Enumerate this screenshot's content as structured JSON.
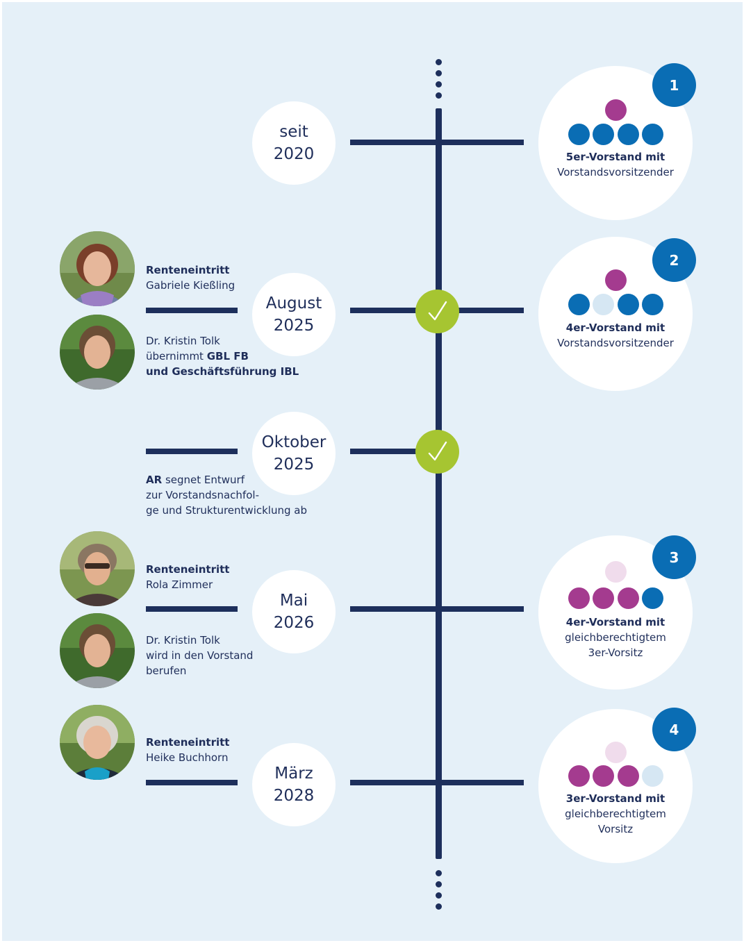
{
  "colors": {
    "background": "#e5f0f8",
    "line": "#1d2f5c",
    "blue": "#0a6db4",
    "light_blue": "#d6e7f3",
    "magenta": "#a43b8f",
    "light_magenta": "#f0dcec",
    "check_green": "#a6c531"
  },
  "milestones": [
    {
      "date_line1": "seit",
      "date_line2": "2020"
    },
    {
      "date_line1": "August",
      "date_line2": "2025",
      "completed": true,
      "check_icon": "checkmark-icon"
    },
    {
      "date_line1": "Oktober",
      "date_line2": "2025",
      "completed": true,
      "check_icon": "checkmark-icon"
    },
    {
      "date_line1": "Mai",
      "date_line2": "2026"
    },
    {
      "date_line1": "März",
      "date_line2": "2028"
    }
  ],
  "boards": [
    {
      "number": "1",
      "line1": "5er-Vorstand mit",
      "line2": "Vorstandsvorsitzender",
      "line3": "",
      "dots_top": "magenta",
      "dots_bottom": [
        "blue",
        "blue",
        "blue",
        "blue"
      ]
    },
    {
      "number": "2",
      "line1": "4er-Vorstand mit",
      "line2": "Vorstandsvorsitzender",
      "line3": "",
      "dots_top": "magenta",
      "dots_bottom": [
        "blue",
        "light_blue",
        "blue",
        "blue"
      ]
    },
    {
      "number": "3",
      "line1": "4er-Vorstand mit",
      "line2": "gleichberechtigtem",
      "line3": "3er-Vorsitz",
      "dots_top": "light_magenta",
      "dots_bottom": [
        "magenta",
        "magenta",
        "magenta",
        "blue"
      ]
    },
    {
      "number": "4",
      "line1": "3er-Vorstand mit",
      "line2": "gleichberechtigtem",
      "line3": "Vorsitz",
      "dots_top": "light_magenta",
      "dots_bottom": [
        "magenta",
        "magenta",
        "magenta",
        "light_blue"
      ]
    }
  ],
  "events": {
    "aug2025_top": {
      "bold": "Renteneintritt",
      "line2": "Gabriele Kießling"
    },
    "aug2025_bottom": {
      "line1": "Dr. Kristin Tolk",
      "line2_plain": "übernimmt ",
      "line2_bold": "GBL FB",
      "line3_bold": "und Geschäftsführung IBL"
    },
    "okt2025": {
      "line1_bold": "AR",
      "line1_plain": " segnet Entwurf",
      "line2": "zur Vorstandsnachfol-",
      "line3": "ge und Strukturentwicklung ab"
    },
    "mai2026_top": {
      "bold": "Renteneintritt",
      "line2": "Rola Zimmer"
    },
    "mai2026_bottom": {
      "line1": "Dr. Kristin Tolk",
      "line2": "wird in den Vorstand",
      "line3": "berufen"
    },
    "maerz2028_top": {
      "bold": "Renteneintritt",
      "line2": "Heike Buchhorn"
    }
  }
}
